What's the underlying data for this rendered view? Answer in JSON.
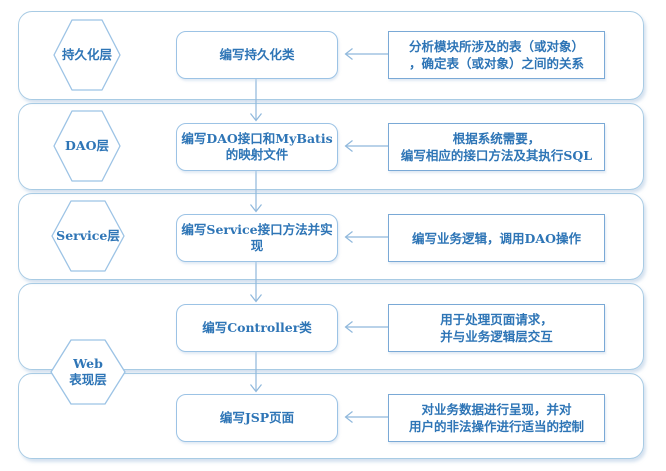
{
  "colors": {
    "text": "#2e75b6",
    "band-border": "#a8cbe4",
    "box-border": "#9cc3e5",
    "note-border": "#7aa9d6",
    "line": "#8fb8dc",
    "band-shadow": "rgba(176,200,225,0.55)",
    "soft-shadow": "rgba(195,214,233,0.5)"
  },
  "layers": [
    "持久化层",
    "DAO层",
    "Service层",
    "Web\n表现层"
  ],
  "steps": [
    "编写持久化类",
    "编写DAO接口和MyBatis\n的映射文件",
    "编写Service接口方法并实\n现",
    "编写Controller类",
    "编写JSP页面"
  ],
  "notes": [
    "分析模块所涉及的表（或对象）\n，确定表（或对象）之间的关系",
    "根据系统需要，\n编写相应的接口方法及其执行SQL",
    "编写业务逻辑，调用DAO操作",
    "用于处理页面请求，\n并与业务逻辑层交互",
    "对业务数据进行呈现，并对\n用户的非法操作进行适当的控制"
  ]
}
